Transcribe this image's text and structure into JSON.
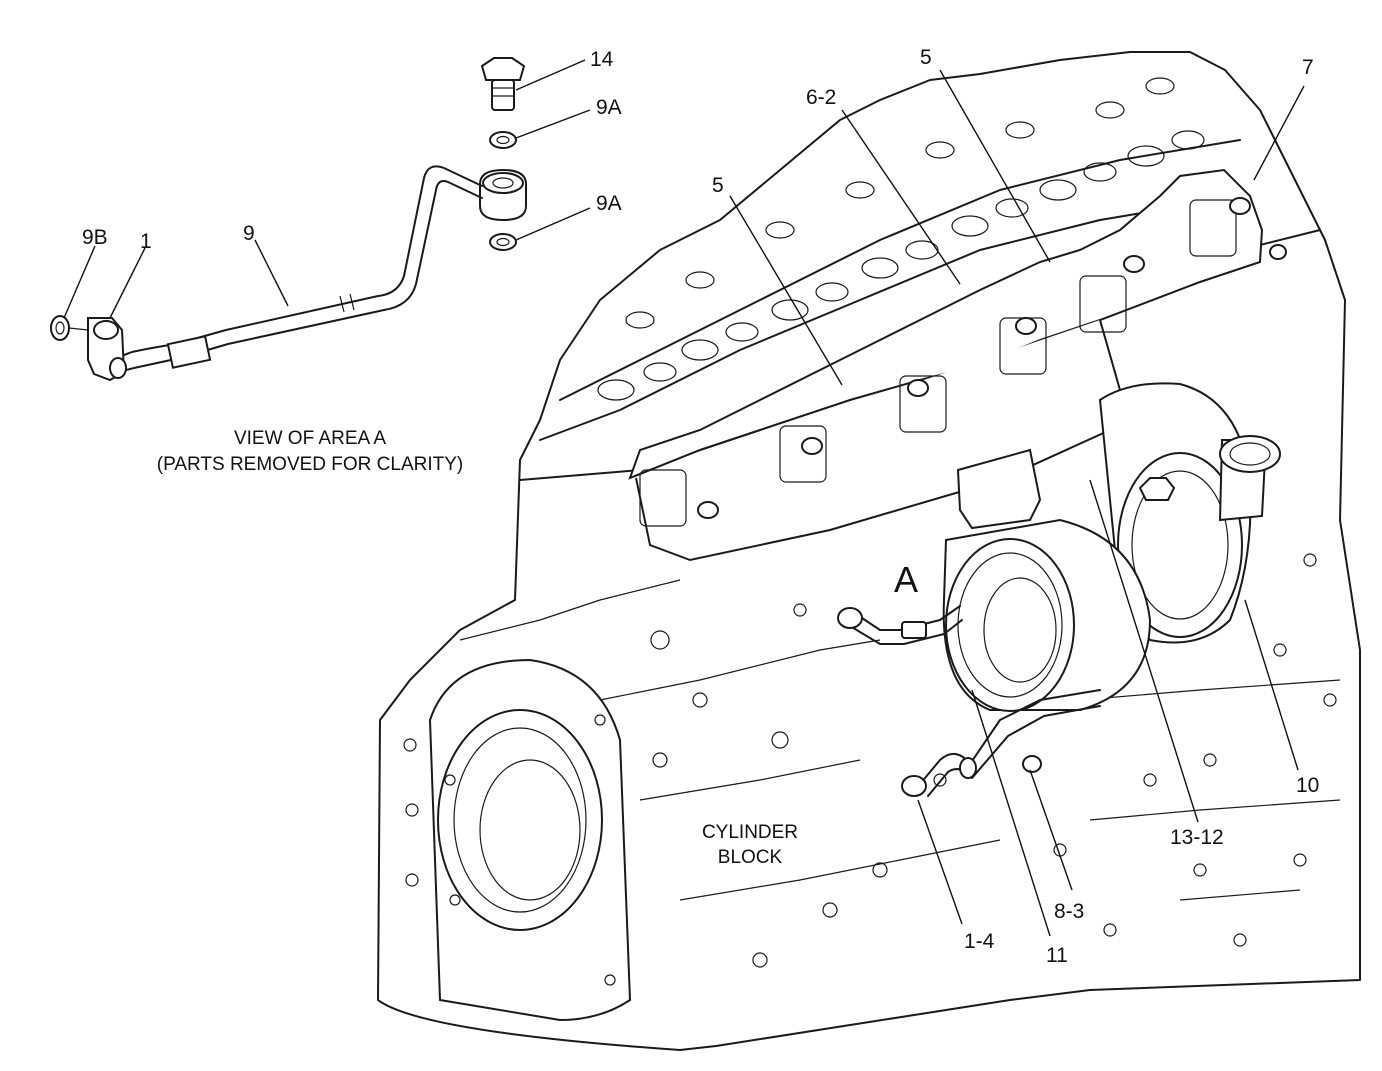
{
  "view_caption": {
    "line1": "VIEW OF AREA  A",
    "line2": "(PARTS REMOVED FOR CLARITY)"
  },
  "area_marker": "A",
  "block_label": {
    "line1": "CYLINDER",
    "line2": "BLOCK"
  },
  "callouts": {
    "c14": "14",
    "c9a_top": "9A",
    "c9a_bottom": "9A",
    "c9b": "9B",
    "c1": "1",
    "c9": "9",
    "c5_top": "5",
    "c6_2": "6-2",
    "c5_left": "5",
    "c7": "7",
    "c10": "10",
    "c13_12": "13-12",
    "c8_3": "8-3",
    "c11": "11",
    "c1_4": "1-4"
  }
}
